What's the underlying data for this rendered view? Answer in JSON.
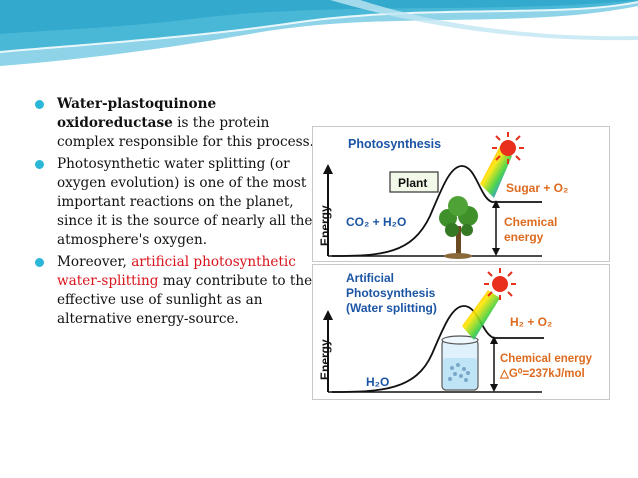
{
  "bullets": [
    {
      "bold": "Water-plastoquinone oxidoreductase",
      "text": " is the protein complex responsible for this process."
    },
    {
      "text": "Photosynthetic water splitting (or oxygen evolution) is one of the most important reactions on the planet, since it is the source of nearly all the atmosphere's oxygen."
    },
    {
      "text_before": " Moreover, ",
      "highlight": "artificial photosynthetic water-splitting",
      "text_after": " may contribute to the effective use of sunlight as an alternative energy-source."
    }
  ],
  "figure_top": {
    "title": "Photosynthesis",
    "plant_label": "Plant",
    "axis_label": "Energy",
    "reactant": "CO₂ + H₂O",
    "product": "Sugar + O₂",
    "result_line1": "Chemical",
    "result_line2": "energy"
  },
  "figure_bottom": {
    "title_line1": "Artificial",
    "title_line2": "Photosynthesis",
    "title_line3": "(Water splitting)",
    "axis_label": "Energy",
    "reactant": "H₂O",
    "product": "H₂ + O₂",
    "result_line1": "Chemical energy",
    "result_line2": "△G⁰=237kJ/mol"
  },
  "colors": {
    "header_blue": "#49b8d6",
    "bullet_blue": "#2bb7d8",
    "highlight_red": "#d9141c",
    "figure_blue": "#1c55a4",
    "figure_orange": "#dd6b1f",
    "sun_red": "#e8301c"
  }
}
